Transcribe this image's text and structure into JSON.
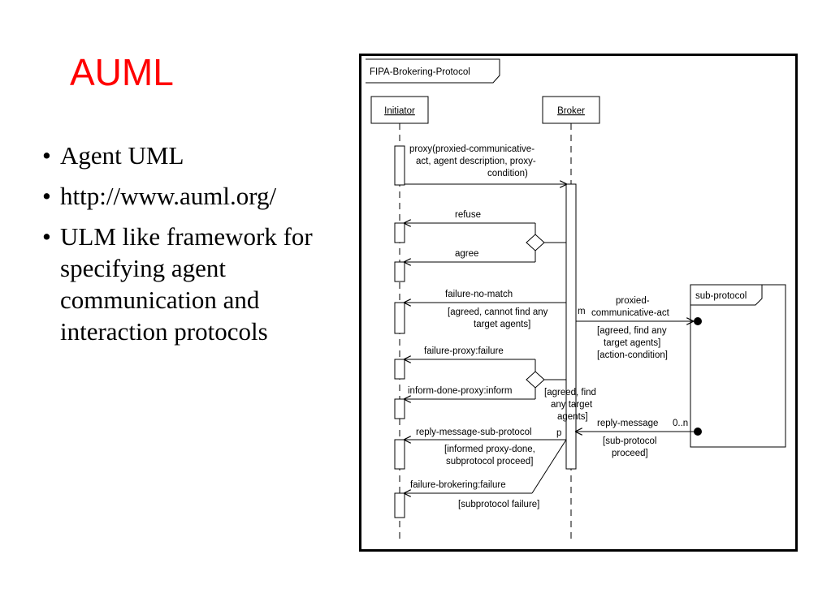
{
  "slide": {
    "title": "AUML",
    "bullets": [
      {
        "text": "Agent UML"
      },
      {
        "text": "http://www.auml.org/"
      },
      {
        "text": "ULM like framework for specifying agent communication and interaction protocols"
      }
    ]
  },
  "diagram": {
    "frame_label": "FIPA-Brokering-Protocol",
    "lifelines": {
      "initiator": "Initiator",
      "broker": "Broker"
    },
    "subprotocol_label": "sub-protocol",
    "messages": {
      "proxy": [
        "proxy(proxied-communicative-",
        "act, agent description, proxy-",
        "condition)"
      ],
      "refuse": "refuse",
      "agree": "agree",
      "failure_no_match": "failure-no-match",
      "failure_no_match_guard": [
        "[agreed, cannot find any",
        "target agents]"
      ],
      "proxied_act": [
        "proxied-",
        "communicative-act"
      ],
      "proxied_act_mult": "m",
      "proxied_act_guard": [
        "[agreed, find any",
        "target agents]",
        "[action-condition]"
      ],
      "failure_proxy": "failure-proxy:failure",
      "inform_done": "inform-done-proxy:inform",
      "inform_done_guard": [
        "[agreed, find",
        "any target",
        "agents]"
      ],
      "reply_message": "reply-message",
      "reply_message_mult": "0..n",
      "reply_message_guard": [
        "[sub-protocol",
        "proceed]"
      ],
      "reply_sub": "reply-message-sub-protocol",
      "reply_sub_mult": "p",
      "reply_sub_guard": [
        "[informed proxy-done,",
        "subprotocol proceed]"
      ],
      "failure_brokering": "failure-brokering:failure",
      "failure_brokering_guard": "[subprotocol failure]"
    }
  }
}
